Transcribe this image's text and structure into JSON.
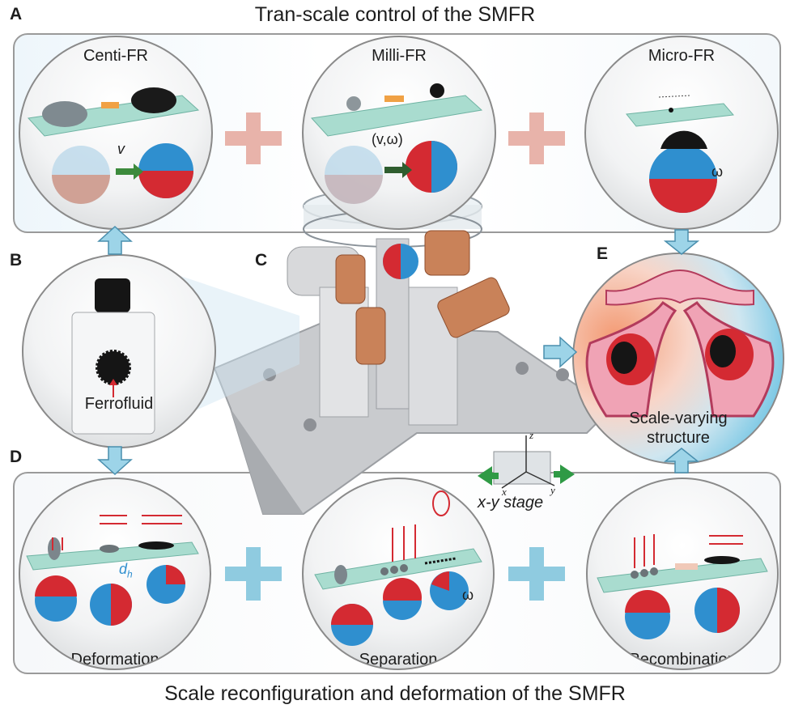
{
  "title_top": "Tran-scale control of  the SMFR",
  "title_bottom": "Scale reconfiguration and deformation of the SMFR",
  "panels": {
    "a": "A",
    "b": "B",
    "c": "C",
    "d": "D",
    "e": "E"
  },
  "top_row": {
    "centi": {
      "label": "Centi-FR",
      "motion": "v"
    },
    "milli": {
      "label": "Milli-FR",
      "motion": "(v,ω)"
    },
    "micro": {
      "label": "Micro-FR",
      "motion": "ω"
    }
  },
  "ferrofluid_label": "Ferrofluid",
  "structure_label_1": "Scale-varying",
  "structure_label_2": "structure",
  "stage": {
    "label": "x-y stage",
    "axis_x": "x",
    "axis_y": "y",
    "axis_z": "z"
  },
  "bottom_row": {
    "deformation": {
      "label": "Deformation",
      "gap": "d",
      "gap_sub": "h"
    },
    "separation": {
      "label": "Separation",
      "motion": "ω"
    },
    "recombination": {
      "label": "Recombination"
    }
  },
  "colors": {
    "plus_top": "#e8b3aa",
    "plus_bottom": "#8fcbe0",
    "arrow": "#9dd4e8",
    "magnet_red": "#d42a32",
    "magnet_blue": "#2f8fcf",
    "plate": "#a9dccf"
  }
}
